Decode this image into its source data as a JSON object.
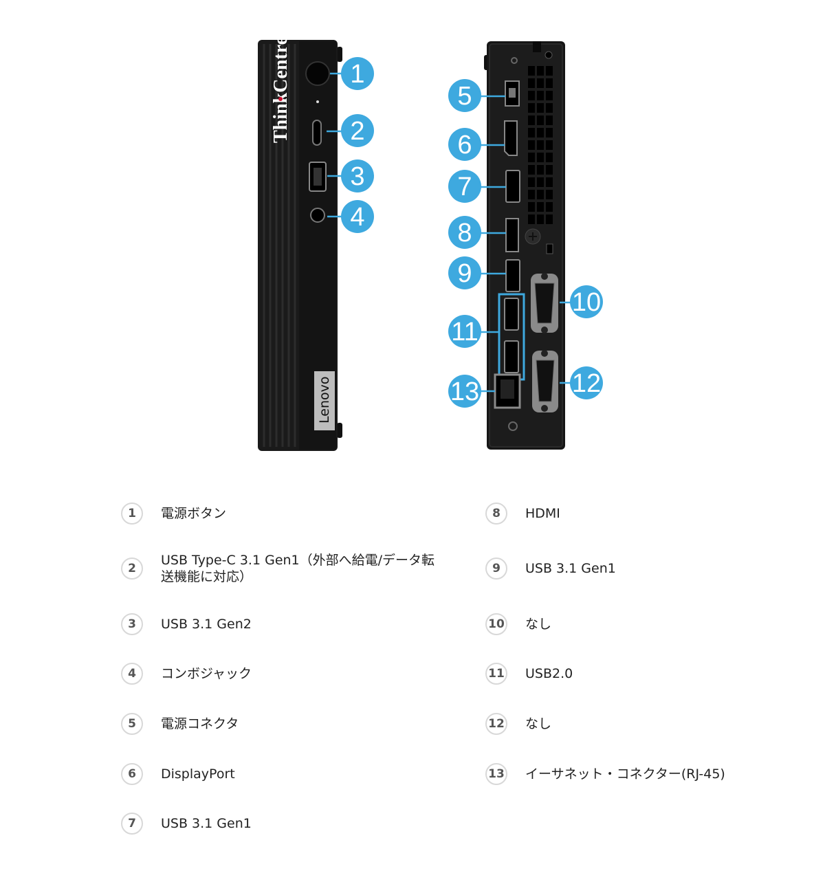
{
  "colors": {
    "callout": "#3ea9df",
    "device_body": "#181818",
    "legend_border": "#d8d8d8",
    "accent_red": "#c8102e"
  },
  "device": {
    "front_brand": "ThinkCentre",
    "front_logo": "Lenovo"
  },
  "callouts": [
    "1",
    "2",
    "3",
    "4",
    "5",
    "6",
    "7",
    "8",
    "9",
    "10",
    "11",
    "12",
    "13"
  ],
  "legend": [
    {
      "num": "1",
      "label": "電源ボタン"
    },
    {
      "num": "2",
      "label": "USB Type-C 3.1 Gen1（外部へ給電/データ転\n送機能に対応）"
    },
    {
      "num": "3",
      "label": "USB 3.1 Gen2"
    },
    {
      "num": "4",
      "label": "コンボジャック"
    },
    {
      "num": "5",
      "label": "電源コネクタ"
    },
    {
      "num": "6",
      "label": "DisplayPort"
    },
    {
      "num": "7",
      "label": "USB 3.1 Gen1"
    },
    {
      "num": "8",
      "label": "HDMI"
    },
    {
      "num": "9",
      "label": "USB 3.1 Gen1"
    },
    {
      "num": "10",
      "label": "なし"
    },
    {
      "num": "11",
      "label": "USB2.0"
    },
    {
      "num": "12",
      "label": "なし"
    },
    {
      "num": "13",
      "label": "イーサネット・コネクター(RJ-45)"
    }
  ]
}
